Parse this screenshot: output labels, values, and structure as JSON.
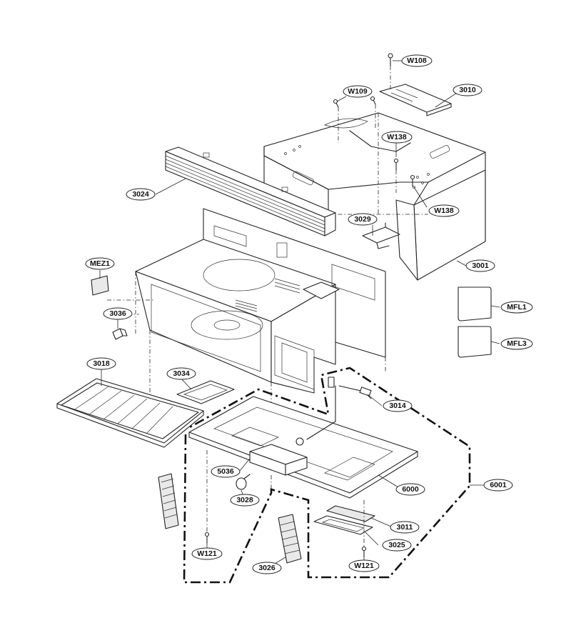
{
  "diagram": {
    "callouts": [
      {
        "id": "w108",
        "label": "W108"
      },
      {
        "id": "w109",
        "label": "W109"
      },
      {
        "id": "c3010",
        "label": "3010"
      },
      {
        "id": "w138a",
        "label": "W138"
      },
      {
        "id": "w138b",
        "label": "W138"
      },
      {
        "id": "c3024",
        "label": "3024"
      },
      {
        "id": "c3029",
        "label": "3029"
      },
      {
        "id": "c3001",
        "label": "3001"
      },
      {
        "id": "mez1",
        "label": "MEZ1"
      },
      {
        "id": "mfl1",
        "label": "MFL1"
      },
      {
        "id": "mfl3",
        "label": "MFL3"
      },
      {
        "id": "c3036",
        "label": "3036"
      },
      {
        "id": "c3018",
        "label": "3018"
      },
      {
        "id": "c3034",
        "label": "3034"
      },
      {
        "id": "c3014",
        "label": "3014"
      },
      {
        "id": "c5036",
        "label": "5036"
      },
      {
        "id": "c6000",
        "label": "6000"
      },
      {
        "id": "c6001",
        "label": "6001"
      },
      {
        "id": "c3028",
        "label": "3028"
      },
      {
        "id": "c3011",
        "label": "3011"
      },
      {
        "id": "w121a",
        "label": "W121"
      },
      {
        "id": "c3025",
        "label": "3025"
      },
      {
        "id": "c3026",
        "label": "3026"
      },
      {
        "id": "w121b",
        "label": "W121"
      }
    ]
  }
}
